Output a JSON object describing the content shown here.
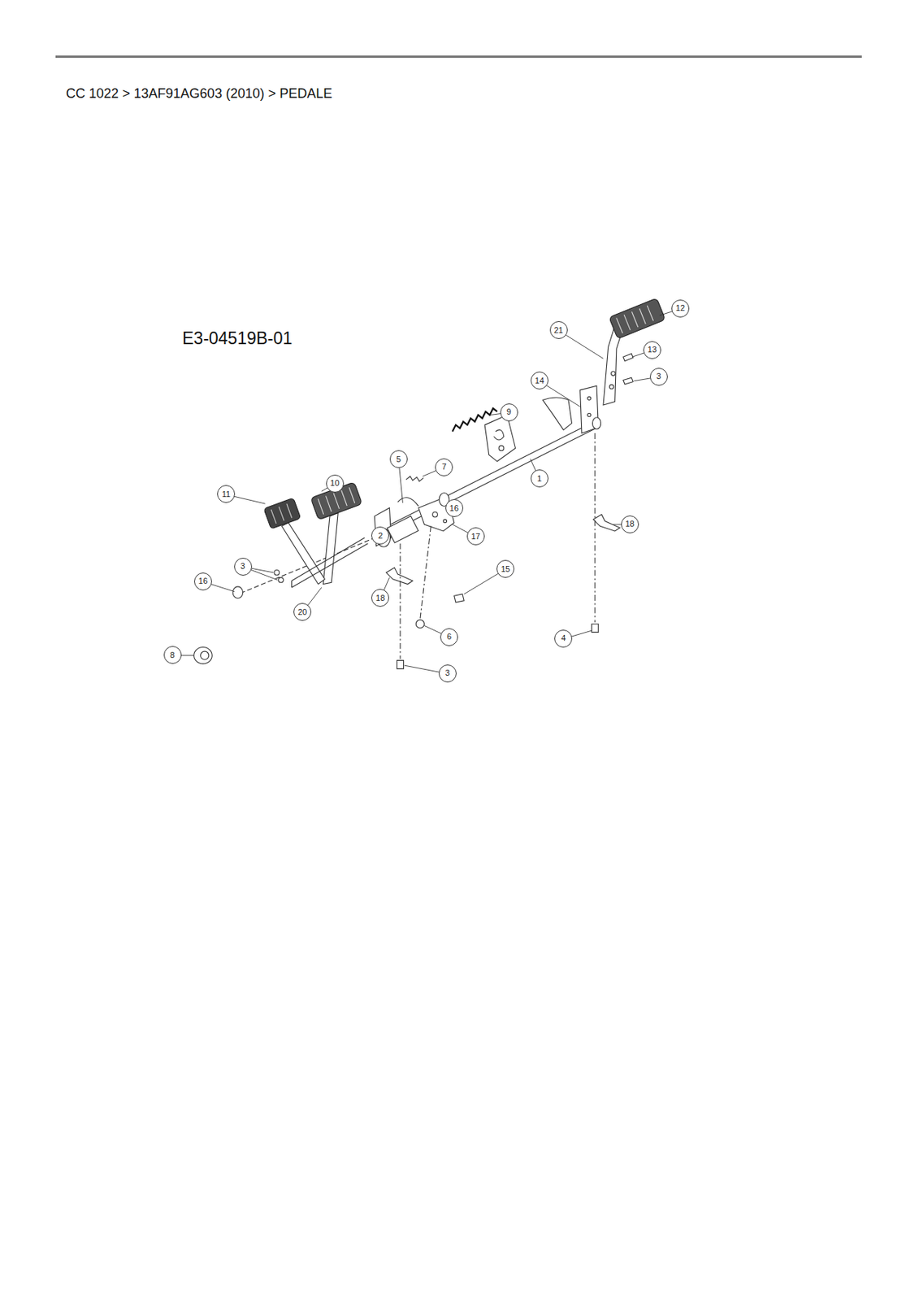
{
  "diagram": {
    "title": "CC 1022  >  13AF91AG603 (2010)  >  PEDALE",
    "nodes": [
      {
        "text": [
          "12"
        ]
      },
      {
        "text": [
          "21"
        ]
      },
      {
        "text": [
          "13"
        ]
      },
      {
        "text": [
          "3"
        ]
      },
      {
        "text": [
          "14"
        ]
      },
      {
        "text": [
          "9"
        ]
      },
      {
        "text": [
          "5"
        ]
      },
      {
        "text": [
          "7"
        ]
      },
      {
        "text": [
          "1"
        ]
      },
      {
        "text": [
          "10"
        ]
      },
      {
        "text": [
          "11"
        ]
      },
      {
        "text": [
          "16"
        ]
      },
      {
        "text": [
          "18"
        ]
      },
      {
        "text": [
          "2"
        ]
      },
      {
        "text": [
          "17"
        ]
      },
      {
        "text": [
          "3"
        ]
      },
      {
        "text": [
          "15"
        ]
      },
      {
        "text": [
          "16"
        ]
      },
      {
        "text": [
          "18"
        ]
      },
      {
        "text": [
          "20"
        ]
      },
      {
        "text": [
          "6"
        ]
      },
      {
        "text": [
          "4"
        ]
      },
      {
        "text": [
          "8"
        ]
      },
      {
        "text": [
          "3"
        ]
      }
    ],
    "labels": [
      "E3-04519B-01"
    ]
  }
}
